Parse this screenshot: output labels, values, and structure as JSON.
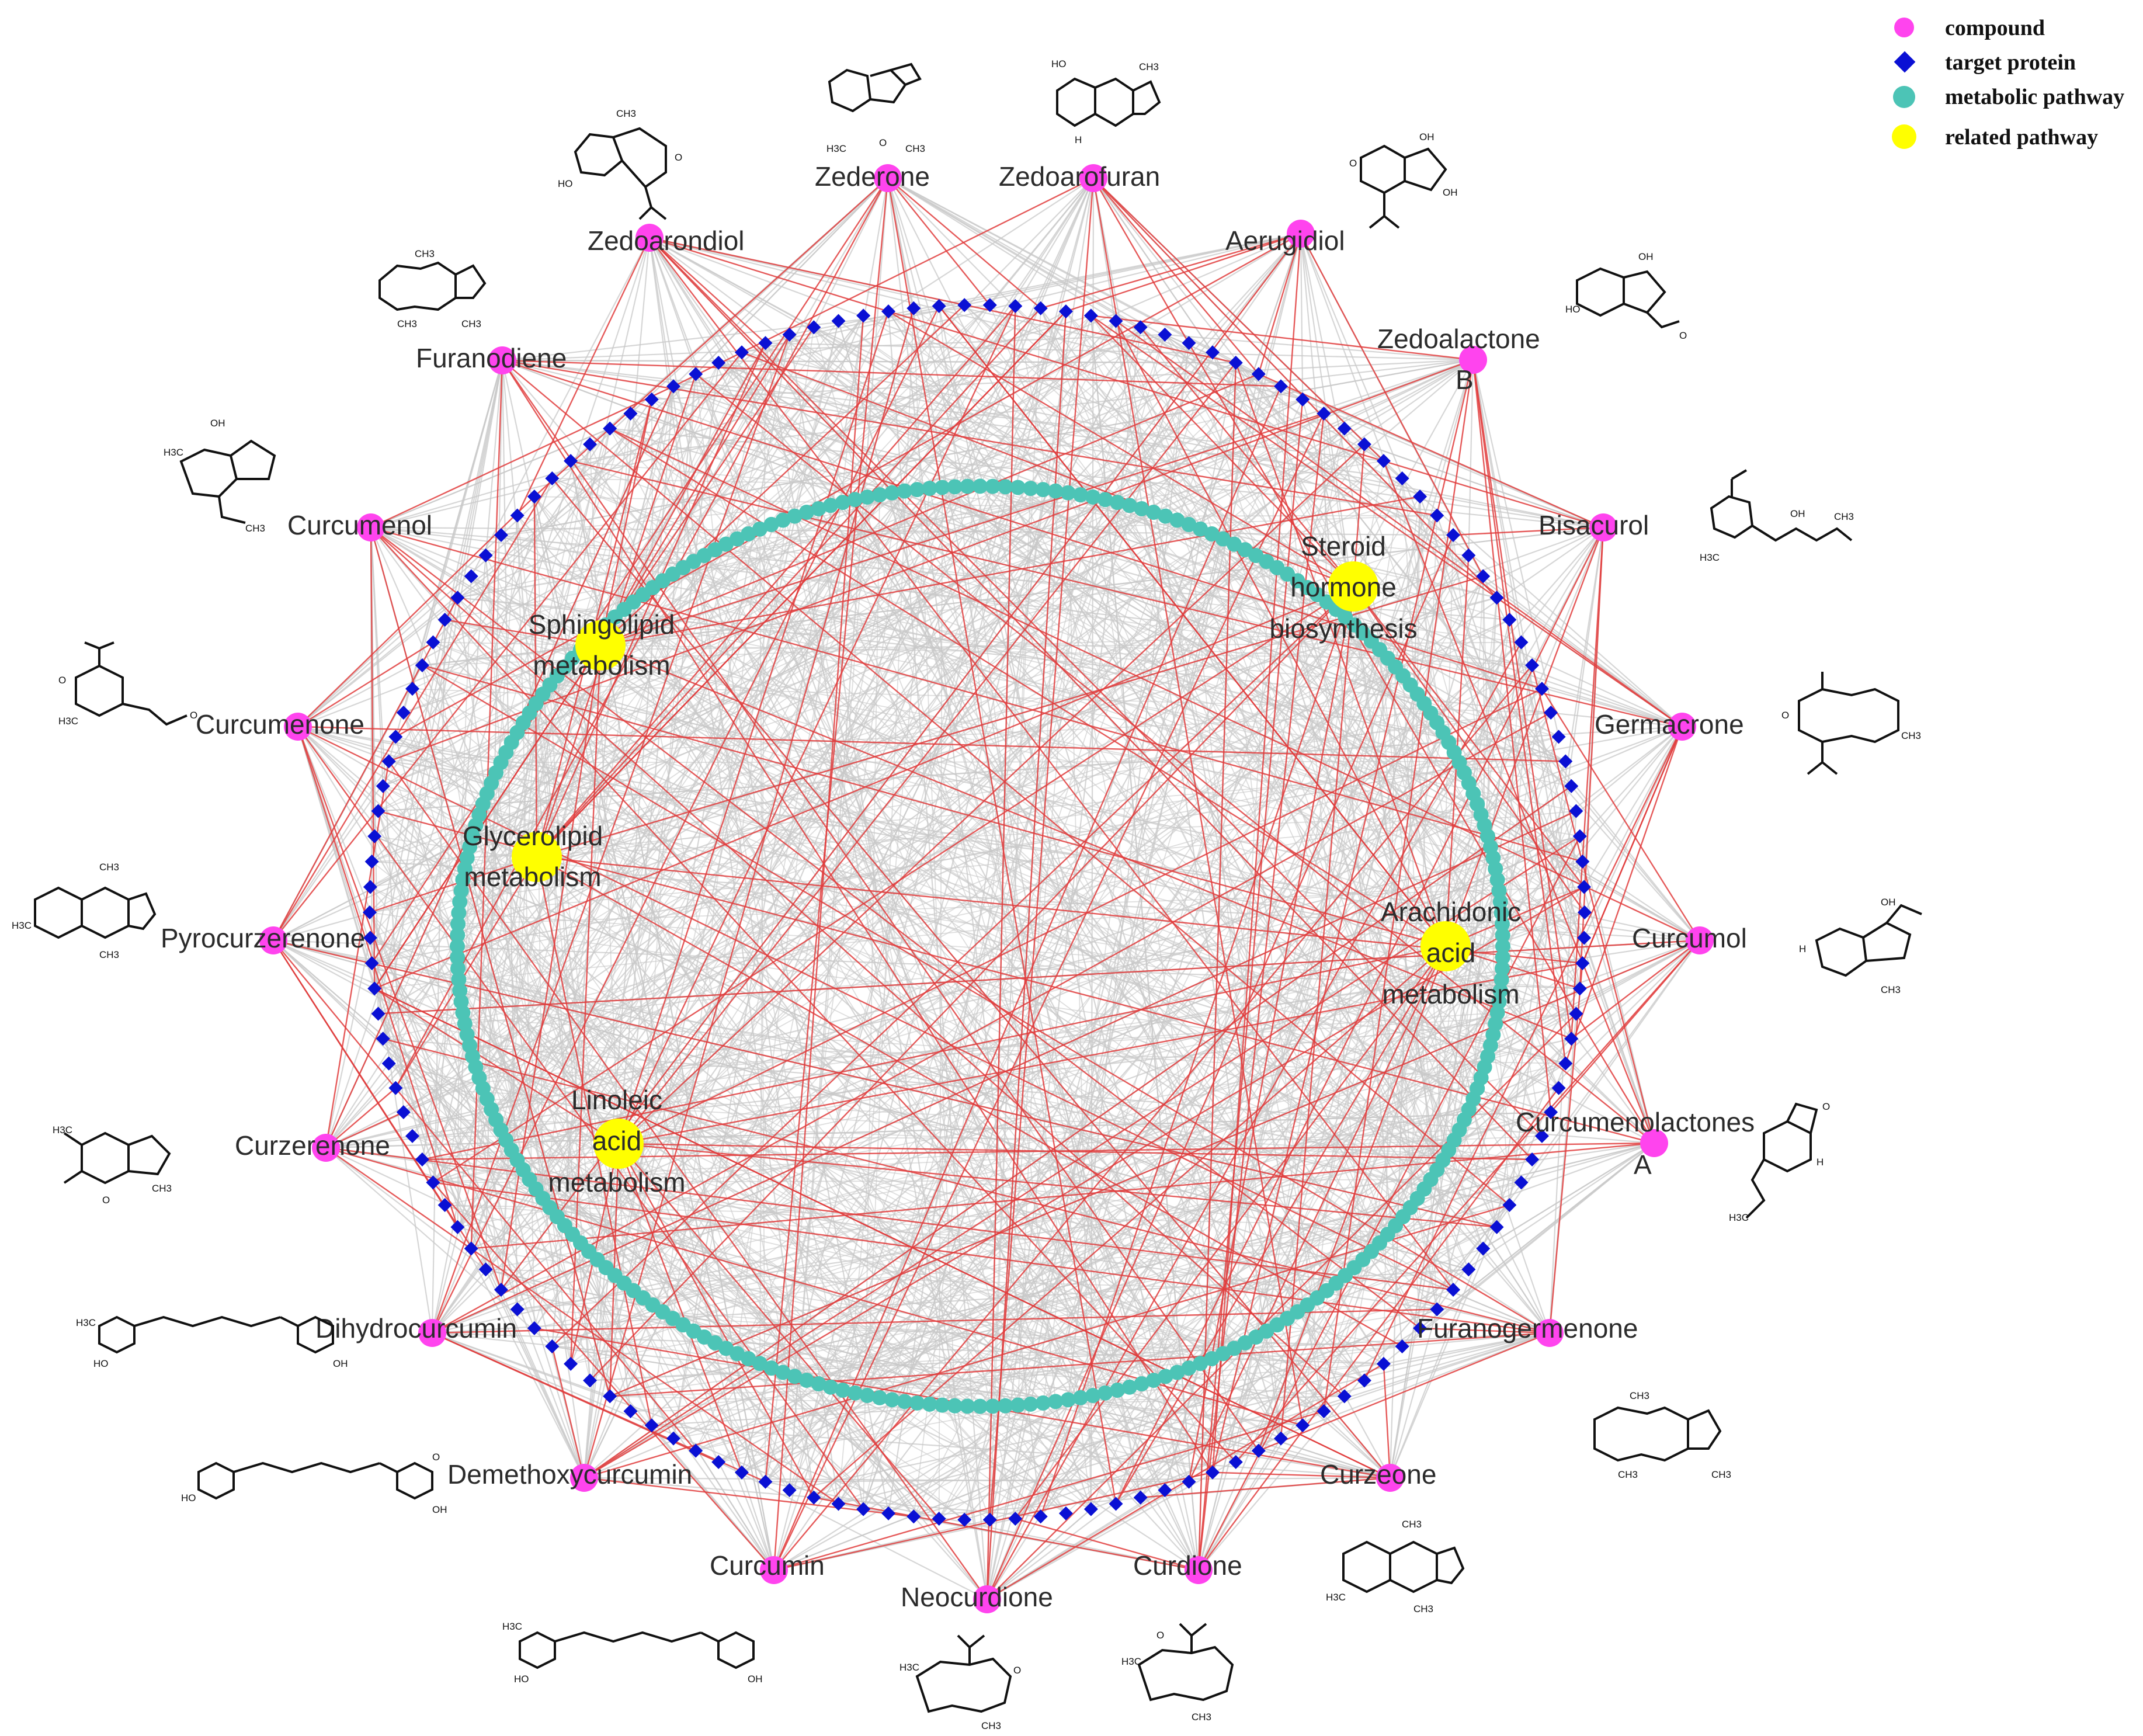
{
  "legend": {
    "items": [
      {
        "label": "compound",
        "shape": "circle",
        "color": "#ff44ee"
      },
      {
        "label": "target protein",
        "shape": "diamond",
        "color": "#0a10d4"
      },
      {
        "label": "metabolic pathway",
        "shape": "circle",
        "color": "#4cc4b6"
      },
      {
        "label": "related pathway",
        "shape": "circle",
        "color": "#ffff00"
      }
    ]
  },
  "colors": {
    "compound": "#ff44ee",
    "target": "#0a10d4",
    "metabolic": "#4cc4b6",
    "related": "#ffff00",
    "edge_gray": "#c8c8c8",
    "edge_red": "#e03c3c"
  },
  "compounds": [
    {
      "name": "Zederone"
    },
    {
      "name": "Zedoarofuran"
    },
    {
      "name": "Aerugidiol"
    },
    {
      "name": "Zedoalactone",
      "name2": "B"
    },
    {
      "name": "Bisacurol"
    },
    {
      "name": "Germacrone"
    },
    {
      "name": "Curcumol"
    },
    {
      "name": "Curcumenolactones",
      "name2": "A"
    },
    {
      "name": "Furanogermenone"
    },
    {
      "name": "Curzeone"
    },
    {
      "name": "Curdione"
    },
    {
      "name": "Neocurdione"
    },
    {
      "name": "Curcumin"
    },
    {
      "name": "Demethoxycurcumin"
    },
    {
      "name": "Dihydrocurcumin"
    },
    {
      "name": "Curzerenone"
    },
    {
      "name": "Pyrocurzerenone"
    },
    {
      "name": "Curcumenone"
    },
    {
      "name": "Curcumenol"
    },
    {
      "name": "Furanodiene"
    },
    {
      "name": "Zedoarondiol"
    }
  ],
  "related_pathways": [
    {
      "lines": [
        "Steroid",
        "hormone",
        "biosynthesis"
      ]
    },
    {
      "lines": [
        "Sphingolipid",
        "metabolism"
      ]
    },
    {
      "lines": [
        "Glycerolipid",
        "metabolism"
      ]
    },
    {
      "lines": [
        "Arachidonic",
        "acid",
        "metabolism"
      ]
    },
    {
      "lines": [
        "Linoleic",
        "acid",
        "metabolism"
      ]
    }
  ],
  "structure_labels": {
    "methyl": "CH3",
    "h3c": "H3C",
    "hydroxyl": "OH",
    "ho": "HO",
    "oxygen": "O",
    "hydrogen": "H"
  }
}
